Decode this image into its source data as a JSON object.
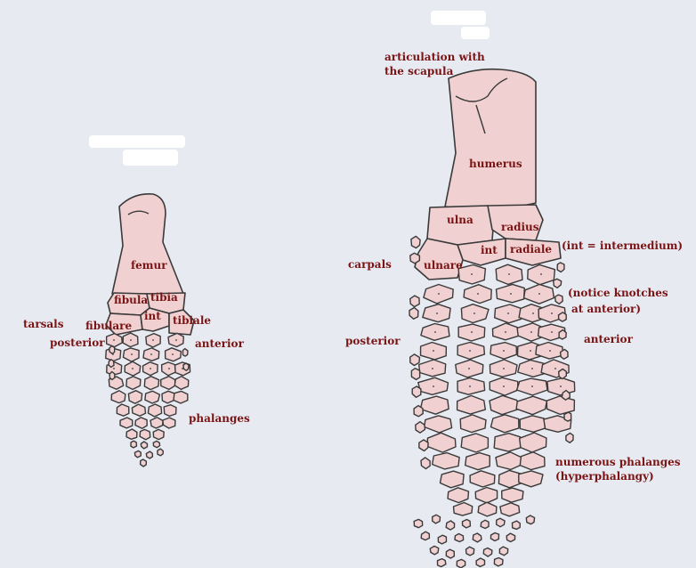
{
  "colors": {
    "background": "#e8eaf2",
    "bone_fill": "#f0d0d0",
    "bone_stroke": "#3a3a3a",
    "label": "#7a1414"
  },
  "hindlimb": {
    "femur": "femur",
    "fibula": "fibula",
    "tibia": "tibia",
    "int": "int",
    "fibulare": "fibulare",
    "tibiale": "tibiale",
    "tarsals": "tarsals",
    "posterior": "posterior",
    "anterior": "anterior",
    "phalanges": "phalanges"
  },
  "forelimb": {
    "articulation": [
      "articulation with",
      "the scapula"
    ],
    "humerus": "humerus",
    "ulna": "ulna",
    "radius": "radius",
    "int": "int",
    "radiale": "radiale",
    "ulnare": "ulnare",
    "int_note": "(int = intermedium)",
    "carpals": "carpals",
    "notice": [
      "(notice knotches",
      "at anterior)"
    ],
    "posterior": "posterior",
    "anterior": "anterior",
    "phalanges": [
      "numerous phalanges",
      "(hyperphalangy)"
    ]
  }
}
